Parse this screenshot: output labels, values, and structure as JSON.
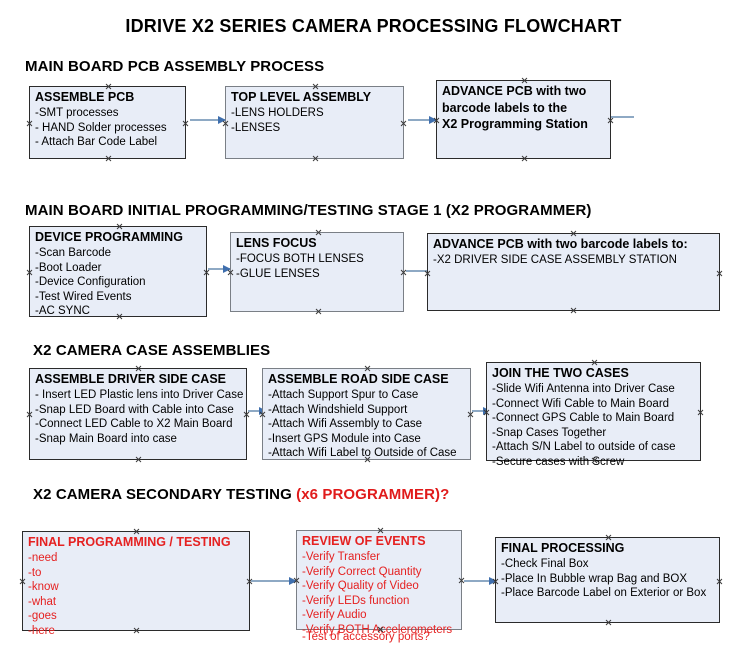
{
  "document": {
    "title": "IDRIVE X2  SERIES CAMERA PROCESSING FLOWCHART"
  },
  "colors": {
    "box_fill": "#e8edf7",
    "box_border": "#2b2b2b",
    "box_border_gray": "#7a7f86",
    "arrow_line": "#8ea9c4",
    "arrow_head": "#3f6fae",
    "red_text": "#e52121",
    "black_text": "#000000"
  },
  "sections": [
    {
      "heading": "MAIN BOARD PCB ASSEMBLY PROCESS",
      "heading_suffix": "",
      "boxes": [
        {
          "title": "ASSEMBLE PCB",
          "lines": [
            "-SMT processes",
            "- HAND Solder processes",
            "- Attach Bar Code Label"
          ]
        },
        {
          "title": "TOP LEVEL ASSEMBLY",
          "lines": [
            "-LENS HOLDERS",
            "-LENSES"
          ]
        },
        {
          "title": "ADVANCE PCB with two",
          "lines": [
            "barcode labels to the",
            " X2 Programming Station"
          ]
        }
      ]
    },
    {
      "heading": "MAIN BOARD INITIAL PROGRAMMING/TESTING STAGE 1 (X2 PROGRAMMER)",
      "heading_suffix": "",
      "boxes": [
        {
          "title": "DEVICE PROGRAMMING",
          "lines": [
            "-Scan Barcode",
            "-Boot Loader",
            "-Device Configuration",
            "-Test Wired Events",
            "-AC SYNC"
          ]
        },
        {
          "title": "LENS FOCUS",
          "lines": [
            "-FOCUS BOTH LENSES",
            "-GLUE LENSES"
          ]
        },
        {
          "title": "ADVANCE PCB with two barcode labels to:",
          "lines": [
            "-X2 DRIVER  SIDE  CASE  ASSEMBLY STATION"
          ]
        }
      ]
    },
    {
      "heading": "X2 CAMERA CASE ASSEMBLIES",
      "heading_suffix": "",
      "boxes": [
        {
          "title": "ASSEMBLE DRIVER SIDE CASE",
          "lines": [
            "- Insert LED Plastic lens into Driver Case",
            "-Snap LED Board with Cable into Case",
            "-Connect LED Cable to X2 Main Board",
            "-Snap Main Board into case"
          ]
        },
        {
          "title": "ASSEMBLE ROAD SIDE CASE",
          "lines": [
            "-Attach Support Spur to Case",
            "-Attach Windshield Support",
            "-Attach Wifi Assembly to Case",
            "-Insert GPS Module into Case",
            "-Attach Wifi Label to Outside of Case"
          ]
        },
        {
          "title": "JOIN THE TWO CASES",
          "lines": [
            "-Slide Wifi Antenna into Driver Case",
            "-Connect Wifi Cable to Main Board",
            "-Connect GPS Cable to Main Board",
            "-Snap Cases Together",
            "-Attach S/N Label to outside of case",
            "-Secure cases with Screw"
          ]
        }
      ]
    },
    {
      "heading": "X2 CAMERA SECONDARY TESTING ",
      "heading_suffix": "(x6 PROGRAMMER)?",
      "boxes": [
        {
          "title": "FINAL PROGRAMMING / TESTING",
          "lines": [
            "-need",
            "-to",
            "-know",
            "-what",
            "-goes",
            "-here"
          ]
        },
        {
          "title": "REVIEW OF EVENTS",
          "lines": [
            "-Verify Transfer",
            "-Verify Correct Quantity",
            "-Verify Quality of Video",
            "-Verify LEDs function",
            "-Verify Audio",
            "-Verify BOTH Accelerometers"
          ],
          "overflow_line": "-Test of accessory ports?"
        },
        {
          "title": "FINAL PROCESSING",
          "lines": [
            " -Check Final Box",
            "-Place In Bubble wrap Bag and BOX",
            "-Place Barcode Label on Exterior or Box"
          ]
        }
      ]
    }
  ]
}
